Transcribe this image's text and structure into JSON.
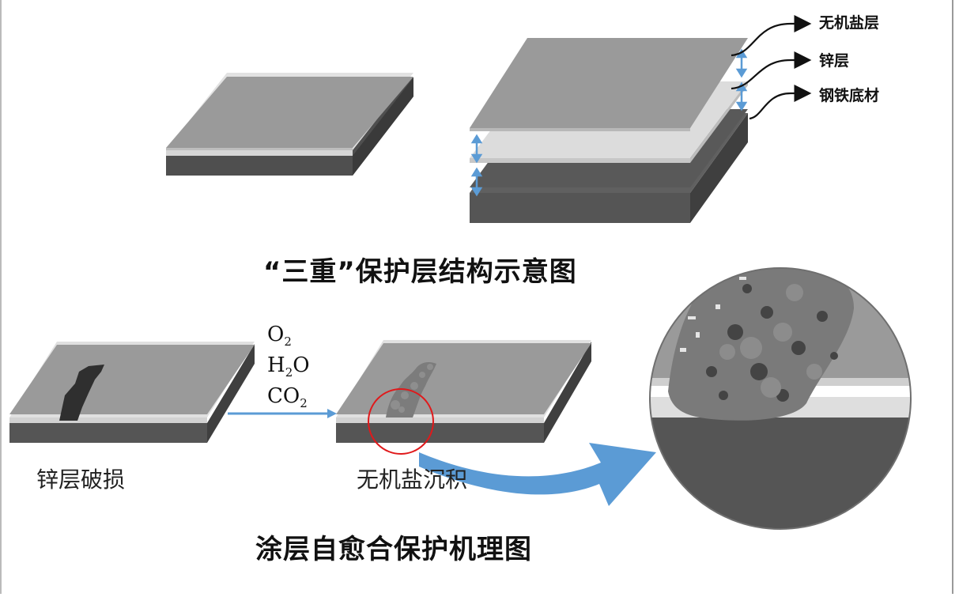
{
  "layer_labels": {
    "inorganic": "无机盐层",
    "zinc": "锌层",
    "steel": "钢铁底材"
  },
  "titles": {
    "structure": "“三重”保护层结构示意图",
    "mechanism": "涂层自愈合保护机理图"
  },
  "steps": {
    "damage": "锌层破损",
    "deposit": "无机盐沉积"
  },
  "reactants": [
    {
      "base": "O",
      "sub": "2",
      "tail": ""
    },
    {
      "base": "H",
      "sub": "2",
      "tail": "O"
    },
    {
      "base": "CO",
      "sub": "2",
      "tail": ""
    }
  ],
  "colors": {
    "top_gray": "#9a9a9a",
    "zinc_light": "#dcdcdc",
    "steel_dark": "#555555",
    "steel_side": "#3f3f3f",
    "arrow_blue": "#5b9bd5",
    "circle_red": "#e0191b"
  }
}
